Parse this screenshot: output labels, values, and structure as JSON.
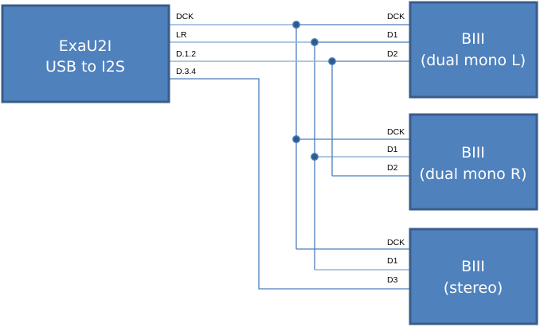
{
  "source": {
    "title": "ExaU2I",
    "subtitle": "USB to I2S",
    "outputs": [
      "DCK",
      "LR",
      "D.1.2",
      "D.3.4"
    ]
  },
  "targets": [
    {
      "title": "BIII",
      "subtitle": "(dual mono L)",
      "inputs": [
        "DCK",
        "D1",
        "D2"
      ]
    },
    {
      "title": "BIII",
      "subtitle": "(dual mono R)",
      "inputs": [
        "DCK",
        "D1",
        "D2"
      ]
    },
    {
      "title": "BIII",
      "subtitle": "(stereo)",
      "inputs": [
        "DCK",
        "D1",
        "D3"
      ]
    }
  ],
  "colors": {
    "box_fill": "#4F81BD",
    "box_border": "#385D8A",
    "wire": "#4A7EBB",
    "junction": "#2E5A8F"
  }
}
